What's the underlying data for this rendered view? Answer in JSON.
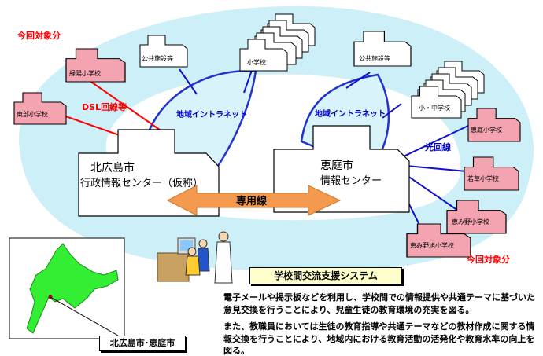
{
  "labels": {
    "target_left": "今回対象分",
    "target_right": "今回対象分",
    "dsl": "DSL回線等",
    "fiber": "光回線",
    "intranet_left": "地域イントラネット",
    "intranet_right": "地域イントラネット",
    "dedicated": "専用線"
  },
  "centers": {
    "kitahiroshima": [
      "北広島市",
      "行政情報センター（仮称）"
    ],
    "eniwa": [
      "恵庭市",
      "情報センター"
    ]
  },
  "left_nodes": {
    "public": "公共施設等",
    "elementary": "小学校"
  },
  "right_nodes": {
    "public": "公共施設等",
    "school": "小・中学校"
  },
  "left_schools": [
    "緑陽小学校",
    "東部小学校"
  ],
  "right_schools": [
    "恵庭小学校",
    "若草小学校",
    "恵み野小学校",
    "恵み野旭小学校"
  ],
  "system_title": "学校間交流支援システム",
  "description": [
    "電子メールや掲示板などを利用し、学校間での情報提供や共通テーマに基づいた意見交換を行うことにより、児童生徒の教育環境の充実を図る。",
    "また、教職員においては生徒の教育指導や共通テーマなどの教材作成に関する情報交換を行うことにより、地域内における教育活動の活発化や教育水準の向上を図る。"
  ],
  "location_label": "北広島市･恵庭市",
  "colors": {
    "ring_fill": "#cdeff7",
    "target_text": "#ff0000",
    "intranet_text": "#0000cc",
    "blue_line": "#1111cc",
    "red_line": "#ff0000",
    "school_fill": "#f4a3b0",
    "arrow_fill": "#f39a4e",
    "map_fill": "#33ee33",
    "system_fill": "#ffffcc"
  }
}
